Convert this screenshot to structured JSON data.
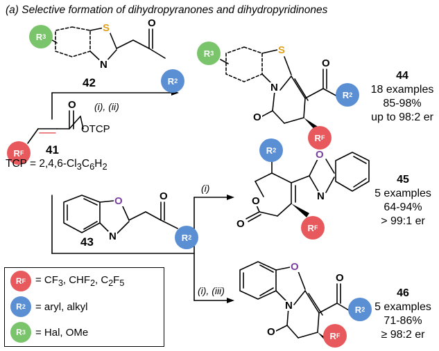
{
  "title": "(a) Selective formation of dihydropyranones and dihydropyridinones",
  "colors": {
    "rf": "#e7595c",
    "r2": "#5b8fd4",
    "r3": "#7ac46b",
    "sulfur": "#e0a020",
    "oxygen": "#7b3fa0"
  },
  "atoms": {
    "S": "S",
    "N": "N",
    "O": "O"
  },
  "badges": {
    "rf_main": "R",
    "rf_sub": "F",
    "r2_main": "R",
    "r2_sup": "2",
    "r3_main": "R",
    "r3_sup": "3"
  },
  "reagents": {
    "r42": "42",
    "r41": "41",
    "r43": "43",
    "otcp": "OTCP",
    "tcp_def": "TCP = 2,4,6-Cl",
    "tcp_sub1": "3",
    "tcp_mid": "C",
    "tcp_sub2": "6",
    "tcp_end": "H",
    "tcp_sub3": "2"
  },
  "conditions": {
    "c1": "(i), (ii)",
    "c2": "(i)",
    "c3": "(i), (iii)"
  },
  "results": [
    {
      "id": "44",
      "examples": "18 examples",
      "yield": "85-98%",
      "er": "up to 98:2 er"
    },
    {
      "id": "45",
      "examples": "5 examples",
      "yield": "64-94%",
      "er": "> 99:1 er"
    },
    {
      "id": "46",
      "examples": "5 examples",
      "yield": "71-86%",
      "er": "≥ 98:2 er"
    }
  ],
  "legend": {
    "rf_text": "= CF",
    "rf_s1": "3",
    "rf_t2": ", CHF",
    "rf_s2": "2",
    "rf_t3": ", C",
    "rf_s3": "2",
    "rf_t4": "F",
    "rf_s4": "5",
    "r2_text": "= aryl, alkyl",
    "r3_text": "= Hal, OMe"
  }
}
